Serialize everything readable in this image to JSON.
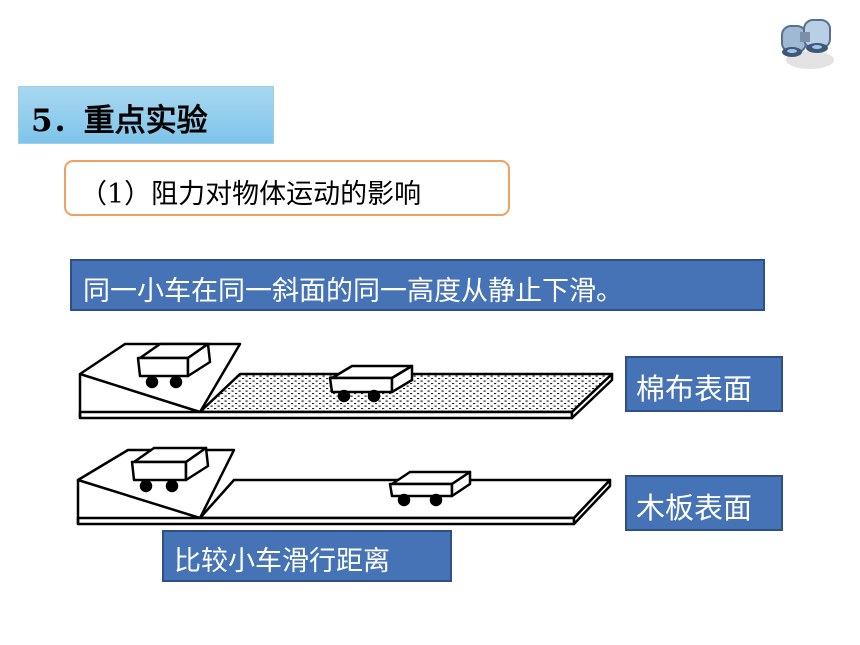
{
  "heading": {
    "number_title": "5．重点实验"
  },
  "subheading": {
    "text": "（1）阻力对物体运动的影响"
  },
  "instruction": {
    "text": "同一小车在同一斜面的同一高度从静止下滑。"
  },
  "surfaces": {
    "cloth": {
      "label": "棉布表面"
    },
    "wood": {
      "label": "木板表面"
    }
  },
  "compare": {
    "text": "比较小车滑行距离"
  },
  "icons": {
    "corner": "binoculars-icon"
  },
  "colors": {
    "label_fill": "#4672b6",
    "title_fill": "#8fcdec",
    "subheading_border": "#f0a060"
  }
}
